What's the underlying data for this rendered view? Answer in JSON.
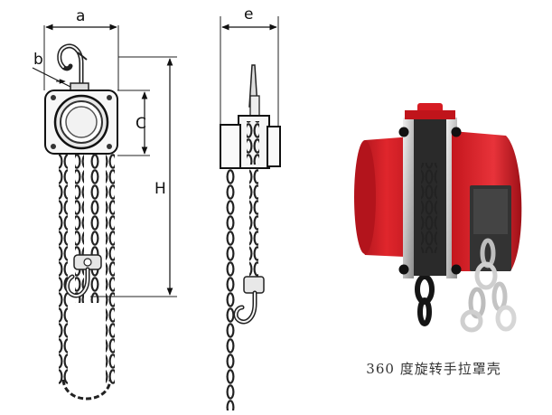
{
  "dimension_labels": {
    "a": "a",
    "b": "b",
    "c": "C",
    "h": "H",
    "e": "e"
  },
  "photo_caption": "360 度旋转手拉罩壳",
  "colors": {
    "housing_red": "#d61b22",
    "line": "#222222",
    "chain_photo": "#c8c8c8"
  }
}
